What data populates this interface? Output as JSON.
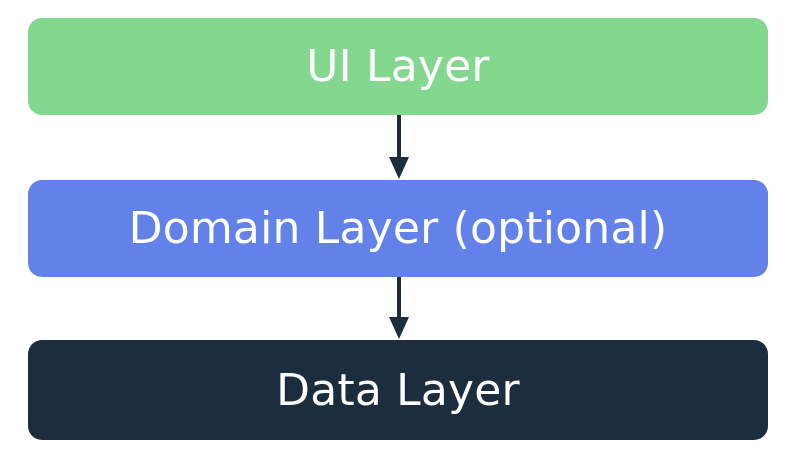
{
  "layers": [
    {
      "label": "UI Layer",
      "color": "#83d78f"
    },
    {
      "label": "Domain Layer (optional)",
      "color": "#6282e9"
    },
    {
      "label": "Data Layer",
      "color": "#1c2d3e"
    }
  ],
  "arrow_color": "#1c2d3e"
}
